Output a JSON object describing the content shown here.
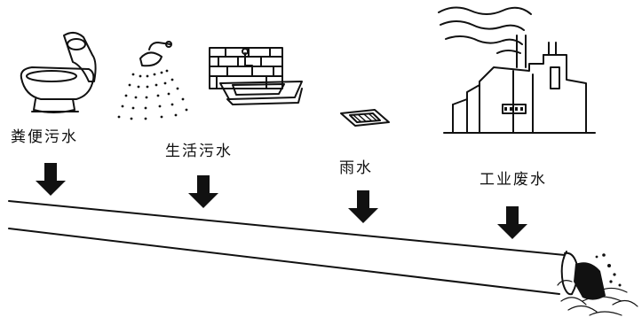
{
  "labels": {
    "feces": "粪便污水",
    "domestic": "生活污水",
    "rain": "雨水",
    "industrial": "工业废水"
  },
  "icons": {
    "toilet": "toilet-icon",
    "shower": "shower-icon",
    "sink": "sink-icon",
    "drain": "drain-grate-icon",
    "factory": "factory-icon",
    "pipe": "sewer-pipe",
    "outflow": "outflow-splash"
  },
  "colors": {
    "ink": "#111111",
    "background": "#ffffff"
  }
}
